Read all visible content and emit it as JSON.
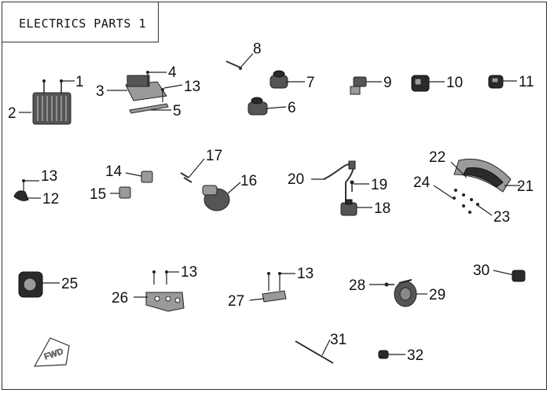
{
  "title": "ELECTRICS PARTS 1",
  "callouts": [
    {
      "id": "c1",
      "label": "1"
    },
    {
      "id": "c2",
      "label": "2"
    },
    {
      "id": "c3",
      "label": "3"
    },
    {
      "id": "c4",
      "label": "4"
    },
    {
      "id": "c13a",
      "label": "13"
    },
    {
      "id": "c5",
      "label": "5"
    },
    {
      "id": "c8",
      "label": "8"
    },
    {
      "id": "c7",
      "label": "7"
    },
    {
      "id": "c6",
      "label": "6"
    },
    {
      "id": "c9",
      "label": "9"
    },
    {
      "id": "c10",
      "label": "10"
    },
    {
      "id": "c11",
      "label": "11"
    },
    {
      "id": "c13b",
      "label": "13"
    },
    {
      "id": "c12",
      "label": "12"
    },
    {
      "id": "c14",
      "label": "14"
    },
    {
      "id": "c15",
      "label": "15"
    },
    {
      "id": "c17",
      "label": "17"
    },
    {
      "id": "c16",
      "label": "16"
    },
    {
      "id": "c20",
      "label": "20"
    },
    {
      "id": "c19",
      "label": "19"
    },
    {
      "id": "c18",
      "label": "18"
    },
    {
      "id": "c22",
      "label": "22"
    },
    {
      "id": "c24",
      "label": "24"
    },
    {
      "id": "c21",
      "label": "21"
    },
    {
      "id": "c23",
      "label": "23"
    },
    {
      "id": "c25",
      "label": "25"
    },
    {
      "id": "c13c",
      "label": "13"
    },
    {
      "id": "c26",
      "label": "26"
    },
    {
      "id": "c13d",
      "label": "13"
    },
    {
      "id": "c27",
      "label": "27"
    },
    {
      "id": "c28",
      "label": "28"
    },
    {
      "id": "c29",
      "label": "29"
    },
    {
      "id": "c30",
      "label": "30"
    },
    {
      "id": "c31",
      "label": "31"
    },
    {
      "id": "c32",
      "label": "32"
    }
  ],
  "fwd_marker": "FWD"
}
